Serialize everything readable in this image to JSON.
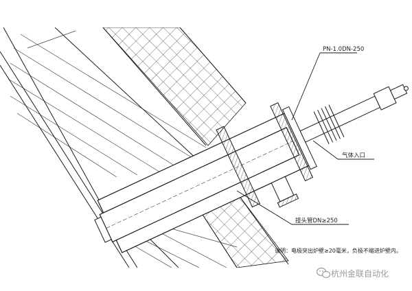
{
  "labels": {
    "flange_spec": "PN-1.0DN-250",
    "gas_inlet": "气体入口",
    "connector_pipe": "接头管DN≥250",
    "note": "说明：电极突出炉壁≥20毫米，负极不缩进炉壁内。"
  },
  "watermark": {
    "text": "杭州金联自动化",
    "icon": "wechat-icon"
  },
  "colors": {
    "line": "#1a1a1a",
    "paper": "#ffffff",
    "watermark": "#9a9a9a"
  }
}
